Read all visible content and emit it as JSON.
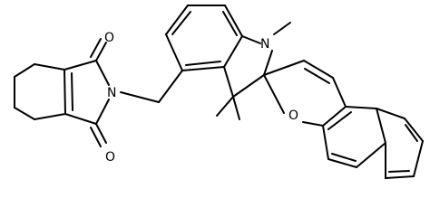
{
  "molecule": {
    "atoms": {
      "imide_O_top": "O",
      "imide_N": "N",
      "imide_O_bottom": "O",
      "indoline_N": "N",
      "chromene_O": "O"
    },
    "colors": {
      "bond": "#000000",
      "background": "#ffffff"
    }
  }
}
